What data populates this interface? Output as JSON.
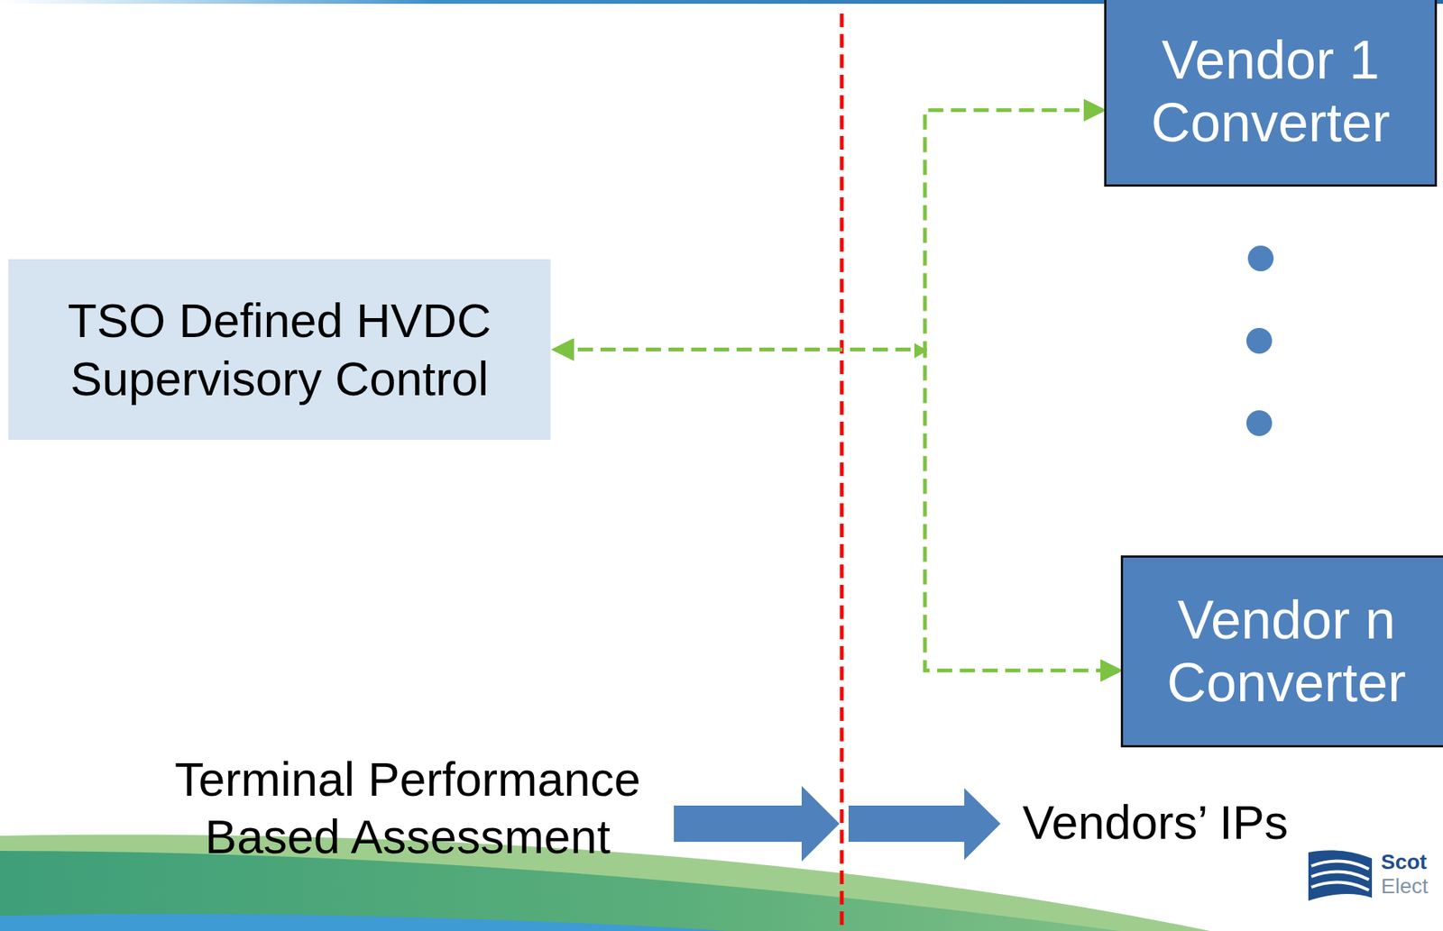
{
  "diagram": {
    "nodes": [
      {
        "text": [
          "TSO Defined HVDC Supervisory Control"
        ]
      },
      {
        "text": [
          "Vendor 1 Converter"
        ]
      },
      {
        "text": [
          "Vendor n Converter"
        ]
      }
    ],
    "edges": [
      {
        "from": 0,
        "to": 1,
        "arrow": "both"
      },
      {
        "from": 0,
        "to": 2,
        "arrow": "both"
      }
    ],
    "labels": [
      "Terminal Performance Based Assessment",
      "Vendors’ IPs",
      "Scot",
      "Elect"
    ]
  }
}
